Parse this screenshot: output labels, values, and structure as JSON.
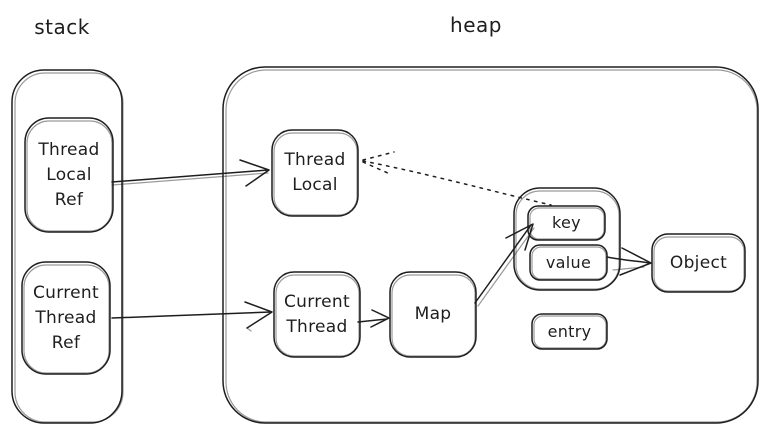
{
  "diagram": {
    "background": "#ffffff",
    "stroke_color": "#1e1e1e",
    "regions": {
      "stack": {
        "label": "stack"
      },
      "heap": {
        "label": "heap"
      }
    },
    "nodes": {
      "thread_local_ref": {
        "label": "Thread\nLocal\nRef",
        "region": "stack"
      },
      "current_thread_ref": {
        "label": "Current\nThread\nRef",
        "region": "stack"
      },
      "thread_local": {
        "label": "Thread\nLocal",
        "region": "heap"
      },
      "current_thread": {
        "label": "Current\nThread",
        "region": "heap"
      },
      "map": {
        "label": "Map",
        "region": "heap"
      },
      "key": {
        "label": "key",
        "region": "heap"
      },
      "value": {
        "label": "value",
        "region": "heap"
      },
      "object": {
        "label": "Object",
        "region": "heap"
      },
      "entry": {
        "label": "entry",
        "region": "heap"
      }
    },
    "edges": [
      {
        "from": "thread_local_ref",
        "to": "thread_local",
        "style": "solid"
      },
      {
        "from": "current_thread_ref",
        "to": "current_thread",
        "style": "solid"
      },
      {
        "from": "current_thread",
        "to": "map",
        "style": "solid"
      },
      {
        "from": "map",
        "to": "key",
        "style": "solid"
      },
      {
        "from": "value",
        "to": "object",
        "style": "solid"
      },
      {
        "from": "key",
        "to": "thread_local",
        "style": "dotted"
      }
    ]
  }
}
